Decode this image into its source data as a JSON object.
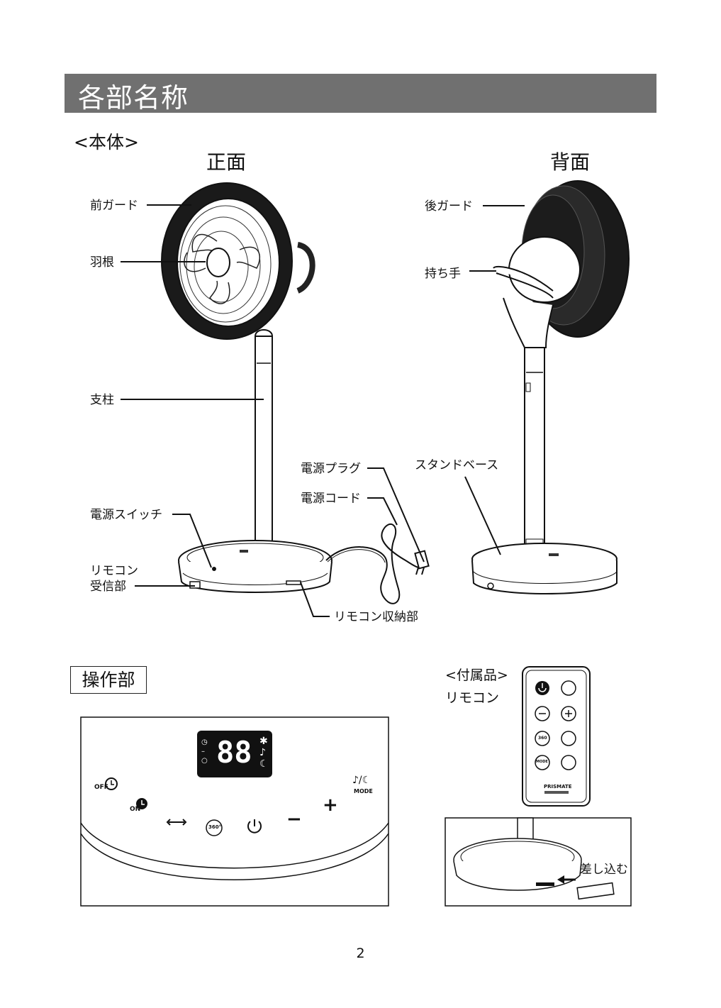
{
  "page": {
    "title": "各部名称",
    "section_body": "<本体>",
    "front_heading": "正面",
    "back_heading": "背面",
    "page_number": "2"
  },
  "front_labels": {
    "front_guard": "前ガード",
    "blade": "羽根",
    "pole": "支柱",
    "power_switch": "電源スイッチ",
    "remote_receiver_line1": "リモコン",
    "remote_receiver_line2": "受信部",
    "remote_storage": "リモコン収納部",
    "power_plug": "電源プラグ",
    "power_cord": "電源コード"
  },
  "back_labels": {
    "rear_guard": "後ガード",
    "handle": "持ち手",
    "stand_base": "スタンドベース"
  },
  "control_panel": {
    "section_label": "操作部",
    "display_digits": "88",
    "timer_off": "OFF",
    "timer_on": "ON",
    "swing_degrees": "360°",
    "mode_symbols": "♪/☾",
    "mode_label": "MODE",
    "minus": "−",
    "plus": "+"
  },
  "accessory": {
    "heading": "<付属品>",
    "name": "リモコン",
    "brand": "PRISMATE",
    "insert_label": "差し込む",
    "mode_button": "MODE",
    "swing_button": "360"
  }
}
